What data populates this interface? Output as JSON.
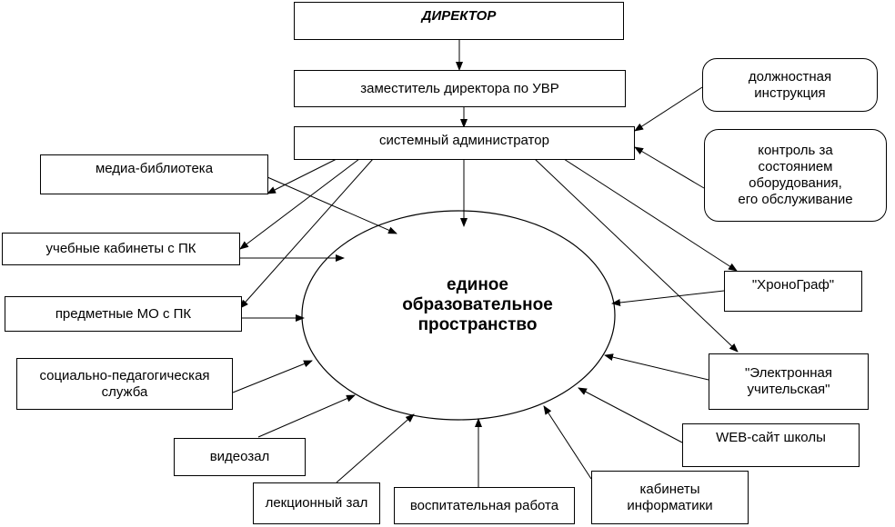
{
  "director": "ДИРЕКТОР",
  "deputy": "заместитель директора по УВР",
  "sysadmin": "системный администратор",
  "job_description": "должностная\nинструкция",
  "equipment_control": "контроль за\nсостоянием\nоборудования,\nего обслуживание",
  "center": "единое\nобразовательное\nпространство",
  "left_nodes": {
    "media_library": "медиа-библиотека",
    "pc_classrooms": "учебные кабинеты с ПК",
    "subject_mo": "предметные МО с ПК",
    "social_service": "социально-педагогическая\nслужба",
    "video_hall": "видеозал",
    "lecture_hall": "лекционный зал"
  },
  "bottom_nodes": {
    "education_work": "воспитательная работа",
    "it_classrooms": "кабинеты\nинформатики"
  },
  "right_nodes": {
    "chronograph": "\"ХроноГраф\"",
    "e_staffroom": "\"Электронная\nучительская\"",
    "website": "WEB-сайт школы"
  }
}
